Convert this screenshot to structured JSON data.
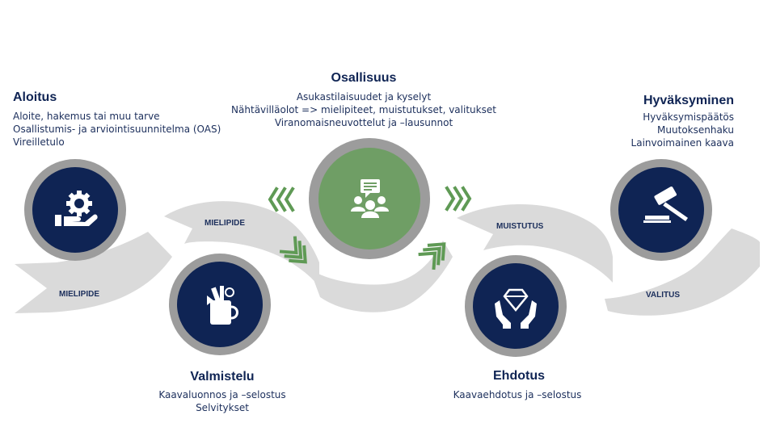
{
  "stages": {
    "aloitus": {
      "title": "Aloitus",
      "lines": [
        "Aloite, hakemus tai muu tarve",
        "Osallistumis- ja arviointisuunnitelma (OAS)",
        "Vireilletulo"
      ]
    },
    "osallisuus": {
      "title": "Osallisuus",
      "lines": [
        "Asukastilaisuudet ja kyselyt",
        "Nähtävilläolot => mielipiteet, muistutukset, valitukset",
        "Viranomaisneuvottelut ja –lausunnot"
      ]
    },
    "hyvaksyminen": {
      "title": "Hyväksyminen",
      "lines": [
        "Hyväksymispäätös",
        "Muutoksenhaku",
        "Lainvoimainen kaava"
      ]
    },
    "valmistelu": {
      "title": "Valmistelu",
      "lines": [
        "Kaavaluonnos ja –selostus",
        "Selvitykset"
      ]
    },
    "ehdotus": {
      "title": "Ehdotus",
      "lines": [
        "Kaavaehdotus ja –selostus"
      ]
    }
  },
  "band_labels": {
    "mielipide_low": "MIELIPIDE",
    "mielipide_high": "MIELIPIDE",
    "muistutus": "MUISTUTUS",
    "valitus": "VALITUS"
  },
  "icons": {
    "aloitus": "gear-hand-icon",
    "valmistelu": "pencil-cup-icon",
    "osallisuus": "people-chat-icon",
    "ehdotus": "diamond-hands-icon",
    "hyvaksyminen": "gavel-icon",
    "chevrons": "double-chevron-icon"
  },
  "colors": {
    "navy": "#0f2454",
    "green": "#6f9e65",
    "ring_gray": "#9a9a9a",
    "band_gray": "#d9d9d9",
    "chevron_green": "#5f9a55"
  }
}
